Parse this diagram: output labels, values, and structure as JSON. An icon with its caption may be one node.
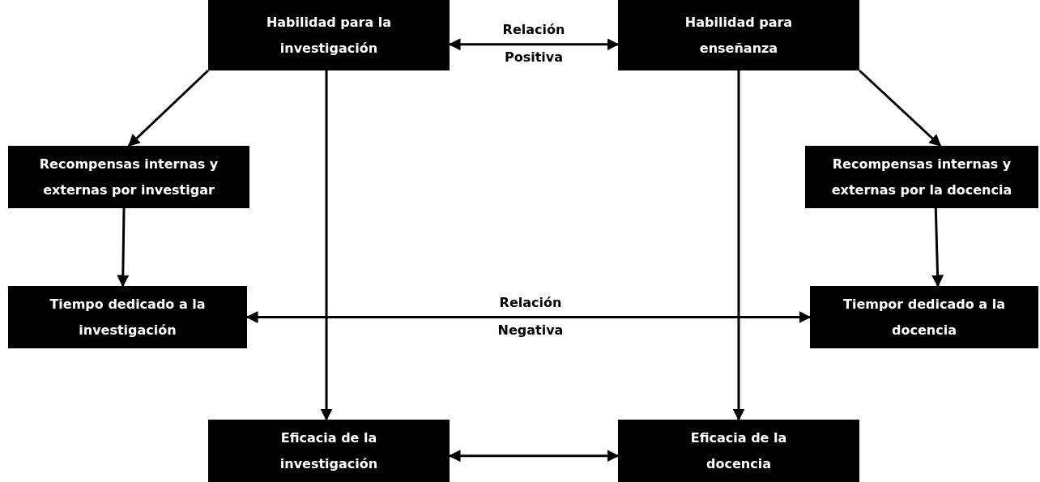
{
  "diagram": {
    "nodes": [
      {
        "text": [
          "Habilidad para la investigación"
        ]
      },
      {
        "text": [
          "Habilidad para enseñanza"
        ]
      },
      {
        "text": [
          "Recompensas internas y externas por investigar"
        ]
      },
      {
        "text": [
          "Recompensas internas y externas por la docencia"
        ]
      },
      {
        "text": [
          "Tiempo dedicado a la investigación"
        ]
      },
      {
        "text": [
          "Tiempor dedicado a la docencia"
        ]
      },
      {
        "text": [
          "Eficacia de la investigación"
        ]
      },
      {
        "text": [
          "Eficacia de la docencia"
        ]
      }
    ],
    "edges": [
      {
        "from": 0,
        "to": 1,
        "arrow": "both",
        "label": "Relación Positiva"
      },
      {
        "from": 0,
        "to": 2,
        "arrow": "to"
      },
      {
        "from": 1,
        "to": 3,
        "arrow": "to"
      },
      {
        "from": 2,
        "to": 4,
        "arrow": "to"
      },
      {
        "from": 3,
        "to": 5,
        "arrow": "to"
      },
      {
        "from": 4,
        "to": 5,
        "arrow": "both",
        "label": "Relación Negativa"
      },
      {
        "from": 0,
        "to": 6,
        "arrow": "to"
      },
      {
        "from": 1,
        "to": 7,
        "arrow": "to"
      },
      {
        "from": 6,
        "to": 7,
        "arrow": "both"
      }
    ]
  }
}
